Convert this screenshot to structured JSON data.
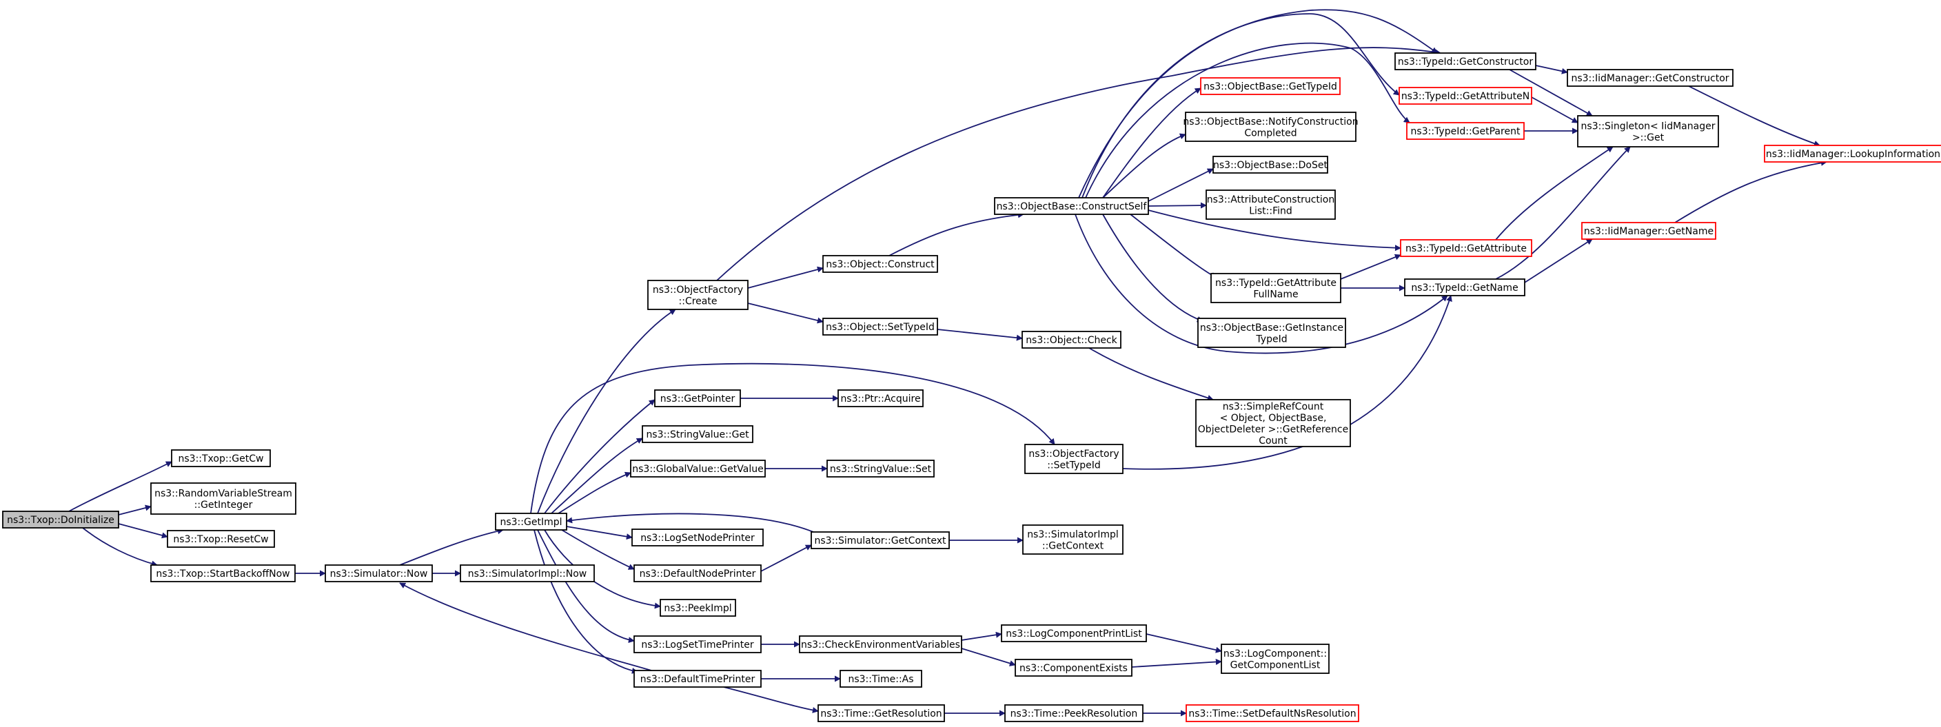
{
  "graph": {
    "edge_color": "#191970",
    "nodes": [
      {
        "id": "n1",
        "lines": [
          "ns3::Txop::DoInitialize"
        ],
        "current": true
      },
      {
        "id": "n2",
        "lines": [
          "ns3::Txop::GetCw"
        ]
      },
      {
        "id": "n3",
        "lines": [
          "ns3::RandomVariableStream",
          "::GetInteger"
        ]
      },
      {
        "id": "n4",
        "lines": [
          "ns3::Txop::ResetCw"
        ]
      },
      {
        "id": "n5",
        "lines": [
          "ns3::Txop::StartBackoffNow"
        ]
      },
      {
        "id": "n6",
        "lines": [
          "ns3::Simulator::Now"
        ]
      },
      {
        "id": "n7",
        "lines": [
          "ns3::GetImpl"
        ]
      },
      {
        "id": "n8",
        "lines": [
          "ns3::SimulatorImpl::Now"
        ]
      },
      {
        "id": "n9",
        "lines": [
          "ns3::ObjectFactory",
          "::Create"
        ]
      },
      {
        "id": "n10",
        "lines": [
          "ns3::GetPointer"
        ]
      },
      {
        "id": "n11",
        "lines": [
          "ns3::StringValue::Get"
        ]
      },
      {
        "id": "n12",
        "lines": [
          "ns3::GlobalValue::GetValue"
        ]
      },
      {
        "id": "n13",
        "lines": [
          "ns3::LogSetNodePrinter"
        ]
      },
      {
        "id": "n14",
        "lines": [
          "ns3::DefaultNodePrinter"
        ]
      },
      {
        "id": "n15",
        "lines": [
          "ns3::PeekImpl"
        ]
      },
      {
        "id": "n16",
        "lines": [
          "ns3::LogSetTimePrinter"
        ]
      },
      {
        "id": "n17",
        "lines": [
          "ns3::DefaultTimePrinter"
        ]
      },
      {
        "id": "n18",
        "lines": [
          "ns3::Object::Construct"
        ]
      },
      {
        "id": "n19",
        "lines": [
          "ns3::Object::SetTypeId"
        ]
      },
      {
        "id": "n20",
        "lines": [
          "ns3::Ptr::Acquire"
        ]
      },
      {
        "id": "n21",
        "lines": [
          "ns3::StringValue::Set"
        ]
      },
      {
        "id": "n22",
        "lines": [
          "ns3::Simulator::GetContext"
        ]
      },
      {
        "id": "n23",
        "lines": [
          "ns3::CheckEnvironmentVariables"
        ]
      },
      {
        "id": "n24",
        "lines": [
          "ns3::Time::As"
        ]
      },
      {
        "id": "n25",
        "lines": [
          "ns3::Time::GetResolution"
        ]
      },
      {
        "id": "n26",
        "lines": [
          "ns3::ObjectBase::ConstructSelf"
        ]
      },
      {
        "id": "n27",
        "lines": [
          "ns3::Object::Check"
        ]
      },
      {
        "id": "n28",
        "lines": [
          "ns3::ObjectFactory",
          "::SetTypeId"
        ]
      },
      {
        "id": "n29",
        "lines": [
          "ns3::SimulatorImpl",
          "::GetContext"
        ]
      },
      {
        "id": "n30",
        "lines": [
          "ns3::LogComponentPrintList"
        ]
      },
      {
        "id": "n31",
        "lines": [
          "ns3::ComponentExists"
        ]
      },
      {
        "id": "n32",
        "lines": [
          "ns3::Time::PeekResolution"
        ]
      },
      {
        "id": "n33",
        "lines": [
          "ns3::ObjectBase::GetTypeId"
        ],
        "red": true
      },
      {
        "id": "n34",
        "lines": [
          "ns3::ObjectBase::NotifyConstruction",
          "Completed"
        ]
      },
      {
        "id": "n35",
        "lines": [
          "ns3::ObjectBase::DoSet"
        ]
      },
      {
        "id": "n36",
        "lines": [
          "ns3::AttributeConstruction",
          "List::Find"
        ]
      },
      {
        "id": "n37",
        "lines": [
          "ns3::TypeId::GetAttribute",
          "FullName"
        ]
      },
      {
        "id": "n38",
        "lines": [
          "ns3::ObjectBase::GetInstance",
          "TypeId"
        ]
      },
      {
        "id": "n39",
        "lines": [
          "ns3::SimpleRefCount",
          "< Object, ObjectBase,",
          "ObjectDeleter >::GetReference",
          "Count"
        ]
      },
      {
        "id": "n40",
        "lines": [
          "ns3::LogComponent::",
          "GetComponentList"
        ]
      },
      {
        "id": "n41",
        "lines": [
          "ns3::Time::SetDefaultNsResolution"
        ],
        "red": true
      },
      {
        "id": "n42",
        "lines": [
          "ns3::TypeId::GetConstructor"
        ]
      },
      {
        "id": "n43",
        "lines": [
          "ns3::TypeId::GetAttributeN"
        ],
        "red": true
      },
      {
        "id": "n44",
        "lines": [
          "ns3::TypeId::GetParent"
        ],
        "red": true
      },
      {
        "id": "n45",
        "lines": [
          "ns3::TypeId::GetAttribute"
        ],
        "red": true
      },
      {
        "id": "n46",
        "lines": [
          "ns3::TypeId::GetName"
        ]
      },
      {
        "id": "n47",
        "lines": [
          "ns3::IidManager::GetConstructor"
        ]
      },
      {
        "id": "n48",
        "lines": [
          "ns3::Singleton< IidManager",
          ">::Get"
        ]
      },
      {
        "id": "n49",
        "lines": [
          "ns3::IidManager::GetName"
        ],
        "red": true
      },
      {
        "id": "n50",
        "lines": [
          "ns3::IidManager::LookupInformation"
        ],
        "red": true
      }
    ]
  }
}
